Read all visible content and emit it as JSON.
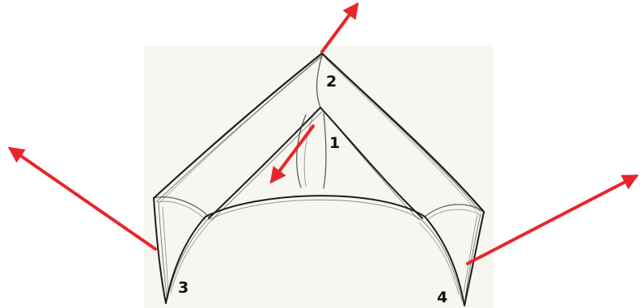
{
  "labels": {
    "corner_1": "1",
    "corner_2": "2",
    "corner_3": "3",
    "corner_4": "4"
  },
  "colors": {
    "background": "#ffffff",
    "paper": "#f7f6f1",
    "sketch_line": "#1e1e1e",
    "arrow": "#e8262a"
  }
}
